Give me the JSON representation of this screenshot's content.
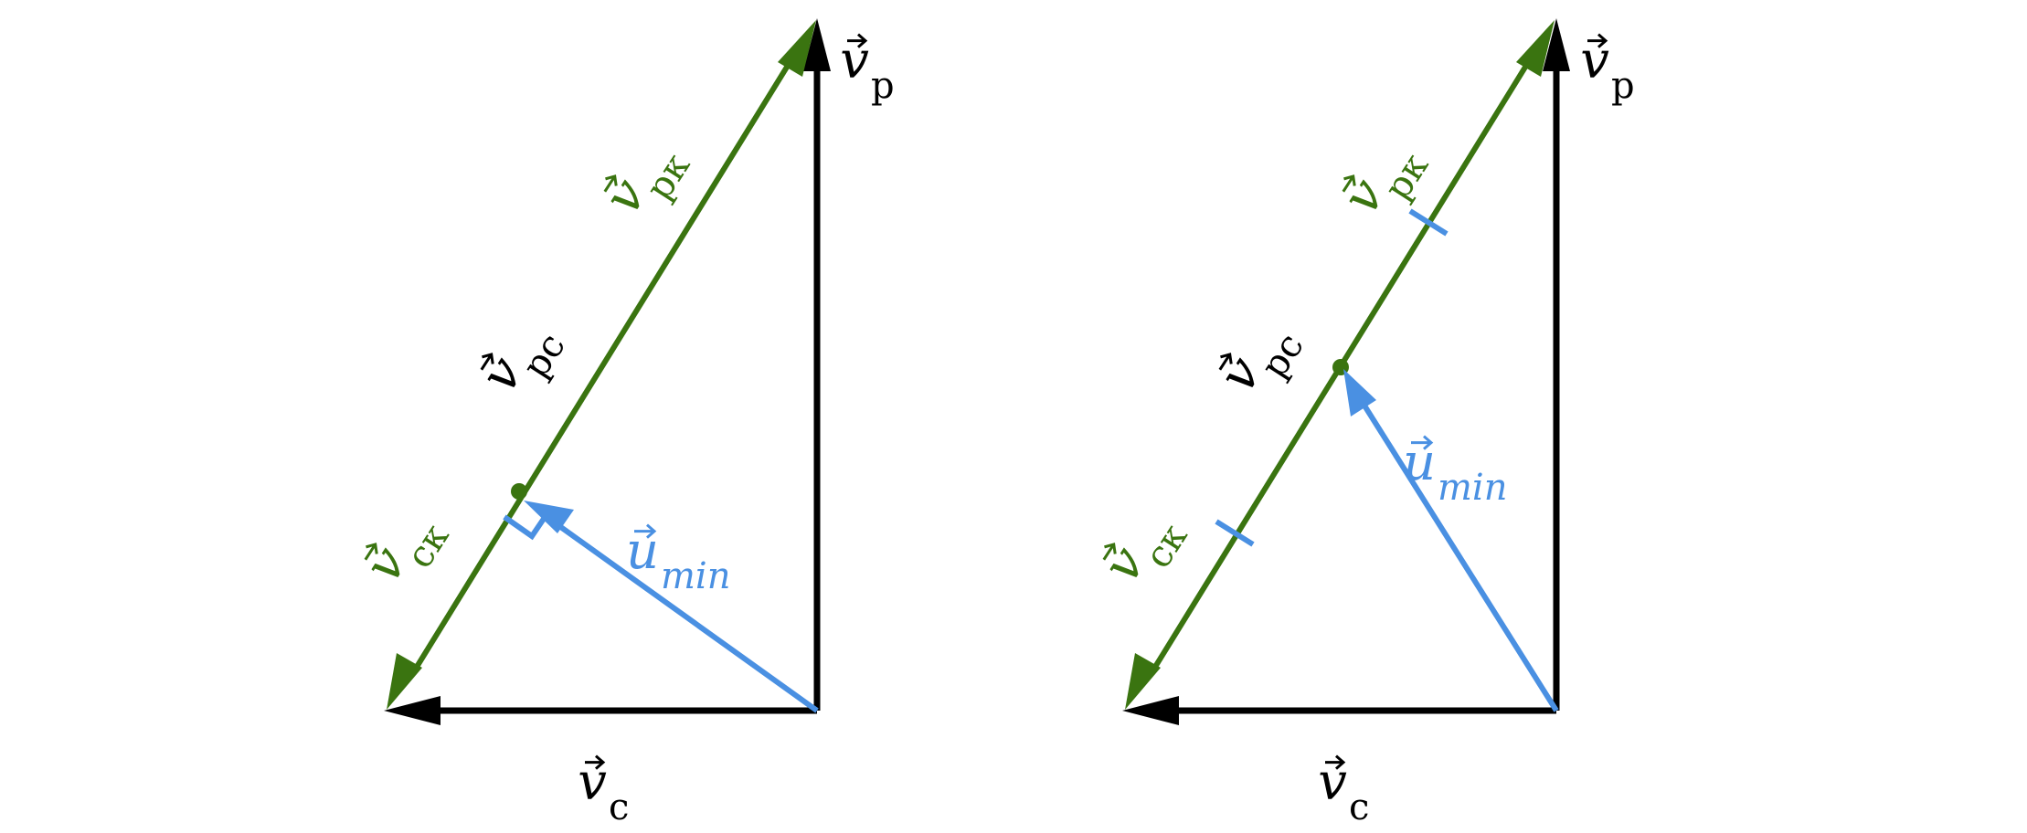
{
  "colors": {
    "black": "#000000",
    "green": "#3a7410",
    "blue": "#4a90e2"
  },
  "diagrams": [
    {
      "id": "left",
      "labels": {
        "vp": {
          "main": "v",
          "sub": "p"
        },
        "vc": {
          "main": "v",
          "sub": "c"
        },
        "vpc": {
          "main": "v",
          "sub": "pc"
        },
        "vpk": {
          "main": "v",
          "sub": "pк"
        },
        "vck": {
          "main": "v",
          "sub": "cк"
        },
        "umin": {
          "main": "u",
          "sub": "min"
        }
      }
    },
    {
      "id": "right",
      "labels": {
        "vp": {
          "main": "v",
          "sub": "p"
        },
        "vc": {
          "main": "v",
          "sub": "c"
        },
        "vpc": {
          "main": "v",
          "sub": "pc"
        },
        "vpk": {
          "main": "v",
          "sub": "pк"
        },
        "vck": {
          "main": "v",
          "sub": "cк"
        },
        "umin": {
          "main": "u",
          "sub": "min"
        }
      }
    }
  ]
}
